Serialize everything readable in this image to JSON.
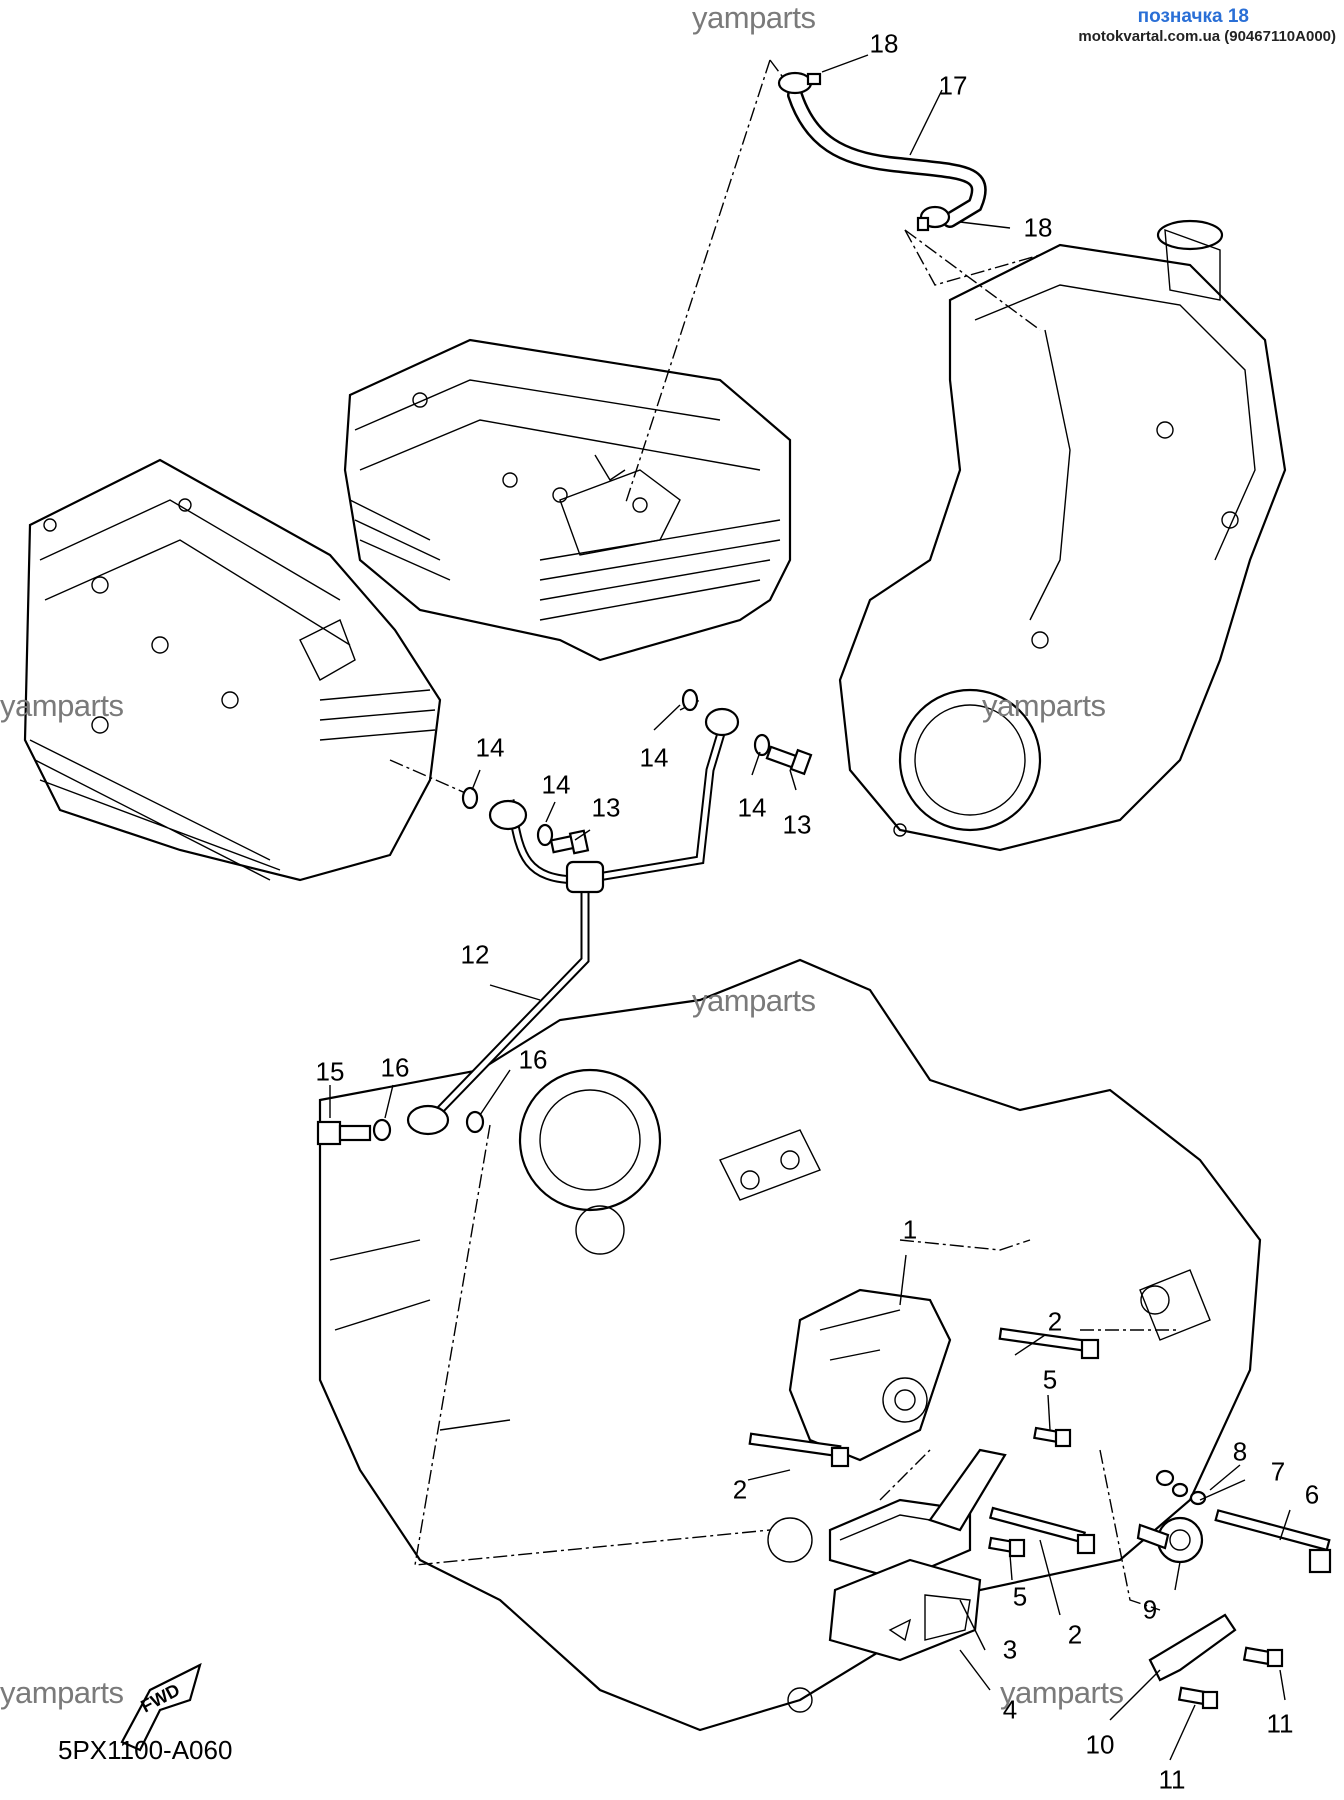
{
  "header": {
    "title": "позначка 18",
    "subtitle": "motokvartal.com.ua (90467110A000)"
  },
  "watermarks": [
    "yamparts",
    "yamparts",
    "yamparts",
    "yamparts",
    "yamparts",
    "yamparts"
  ],
  "callouts": [
    "1",
    "2",
    "2",
    "2",
    "3",
    "4",
    "5",
    "5",
    "6",
    "7",
    "8",
    "9",
    "10",
    "11",
    "11",
    "12",
    "13",
    "13",
    "14",
    "14",
    "14",
    "14",
    "15",
    "16",
    "16",
    "17",
    "18",
    "18"
  ],
  "fwd_label": "FWD",
  "diagram_code": "5PX1100-A060",
  "colors": {
    "header_title": "#2a6fd6",
    "watermark": "#7a7a7a",
    "line": "#000000"
  }
}
